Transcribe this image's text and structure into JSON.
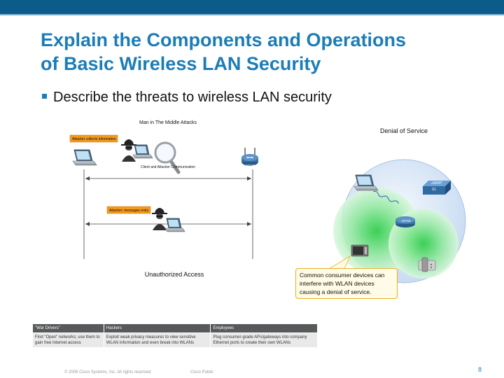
{
  "slide": {
    "title_line1": "Explain the Components and Operations",
    "title_line2": "of Basic Wireless LAN Security",
    "bullet": "Describe the threats to wireless LAN security",
    "page_number": "8"
  },
  "mitm": {
    "title": "Man in The Middle Attacks",
    "attacker_label": "Attacker collects information",
    "client_label": "Client and Attacker Communication",
    "ap_label": "AP/AR",
    "attacker_label2": "Attacker: messages entry",
    "section_title": "Unauthorized Access"
  },
  "dos": {
    "title": "Denial of Service",
    "switch_label": "S1",
    "ap_label": "AP/AR",
    "note": "Common consumer devices can interfere with WLAN devices causing a denial of service.",
    "note_lines": [
      "Common consumer devices can",
      "interfere with WLAN devices",
      "causing a denial of service."
    ]
  },
  "threats_table": {
    "headers": [
      "\"War Drivers\"",
      "Hackers",
      "Employees"
    ],
    "row": [
      "Find \"Open\" networks; use them to gain free Internet access",
      "Exploit weak privacy measures to view sensitive WLAN information and even break into WLANs",
      "Plug consumer-grade APs/gateways into company Ethernet ports to create their own WLANs"
    ]
  },
  "footer": {
    "copyright": "© 2006 Cisco Systems, Inc. All rights reserved.",
    "classification": "Cisco Public"
  },
  "colors": {
    "accent_blue": "#1b7db7",
    "top_bar": "#0b5c8a",
    "label_orange": "#f39a1e",
    "table_header": "#58595b"
  }
}
